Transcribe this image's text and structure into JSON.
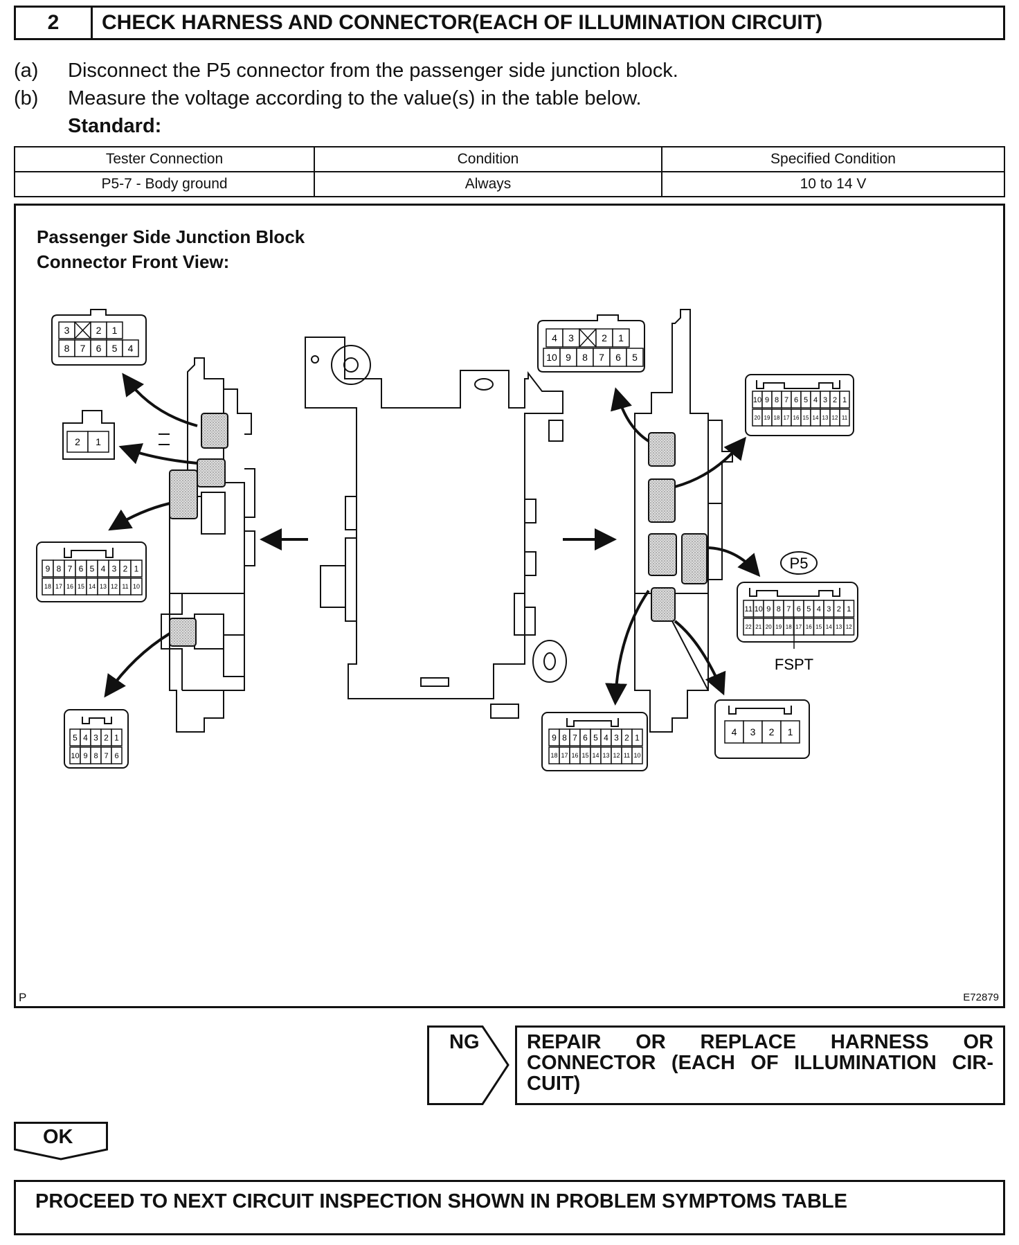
{
  "header": {
    "step_number": "2",
    "title": "CHECK HARNESS AND CONNECTOR(EACH OF ILLUMINATION CIRCUIT)"
  },
  "steps": [
    {
      "label": "(a)",
      "text": "Disconnect the P5 connector from the passenger side junction block."
    },
    {
      "label": "(b)",
      "text": "Measure the voltage according to the value(s) in the table below."
    }
  ],
  "standard_label": "Standard:",
  "table": {
    "headers": [
      "Tester Connection",
      "Condition",
      "Specified Condition"
    ],
    "rows": [
      [
        "P5-7 - Body ground",
        "Always",
        "10 to 14 V"
      ]
    ]
  },
  "figure": {
    "title_line1": "Passenger Side Junction Block",
    "title_line2": "Connector Front View:",
    "connector_label": "P5",
    "terminal_label": "FSPT",
    "corner_mark": "P",
    "figure_code": "E72879",
    "connectors": {
      "left_top_row1": [
        "3",
        "",
        "2",
        "1"
      ],
      "left_top_row2": [
        "8",
        "7",
        "6",
        "5",
        "4"
      ],
      "left_small": [
        "2",
        "1"
      ],
      "left_mid_row1": [
        "9",
        "8",
        "7",
        "6",
        "5",
        "4",
        "3",
        "2",
        "1"
      ],
      "left_mid_row2": [
        "18",
        "17",
        "16",
        "15",
        "14",
        "13",
        "12",
        "11",
        "10"
      ],
      "left_bottom_row1": [
        "5",
        "4",
        "3",
        "2",
        "1"
      ],
      "left_bottom_row2": [
        "10",
        "9",
        "8",
        "7",
        "6"
      ],
      "right_top_row1": [
        "4",
        "3",
        "",
        "2",
        "1"
      ],
      "right_top_row2": [
        "10",
        "9",
        "8",
        "7",
        "6",
        "5"
      ],
      "right_20_row1": [
        "10",
        "9",
        "8",
        "7",
        "6",
        "5",
        "4",
        "3",
        "2",
        "1"
      ],
      "right_20_row2": [
        "20",
        "19",
        "18",
        "17",
        "16",
        "15",
        "14",
        "13",
        "12",
        "11"
      ],
      "p5_row1": [
        "11",
        "10",
        "9",
        "8",
        "7",
        "6",
        "5",
        "4",
        "3",
        "2",
        "1"
      ],
      "p5_row2": [
        "22",
        "21",
        "20",
        "19",
        "18",
        "17",
        "16",
        "15",
        "14",
        "13",
        "12"
      ],
      "right_bottom_row1": [
        "9",
        "8",
        "7",
        "6",
        "5",
        "4",
        "3",
        "2",
        "1"
      ],
      "right_bottom_row2": [
        "18",
        "17",
        "16",
        "15",
        "14",
        "13",
        "12",
        "11",
        "10"
      ],
      "right_4pin": [
        "4",
        "3",
        "2",
        "1"
      ]
    }
  },
  "result_ng": {
    "label": "NG",
    "action": "REPAIR OR REPLACE HARNESS OR CONNECTOR (EACH OF ILLUMINATION CIR-CUIT)"
  },
  "result_ok": {
    "label": "OK",
    "action": "PROCEED TO NEXT CIRCUIT INSPECTION SHOWN IN PROBLEM SYMPTOMS TABLE"
  }
}
